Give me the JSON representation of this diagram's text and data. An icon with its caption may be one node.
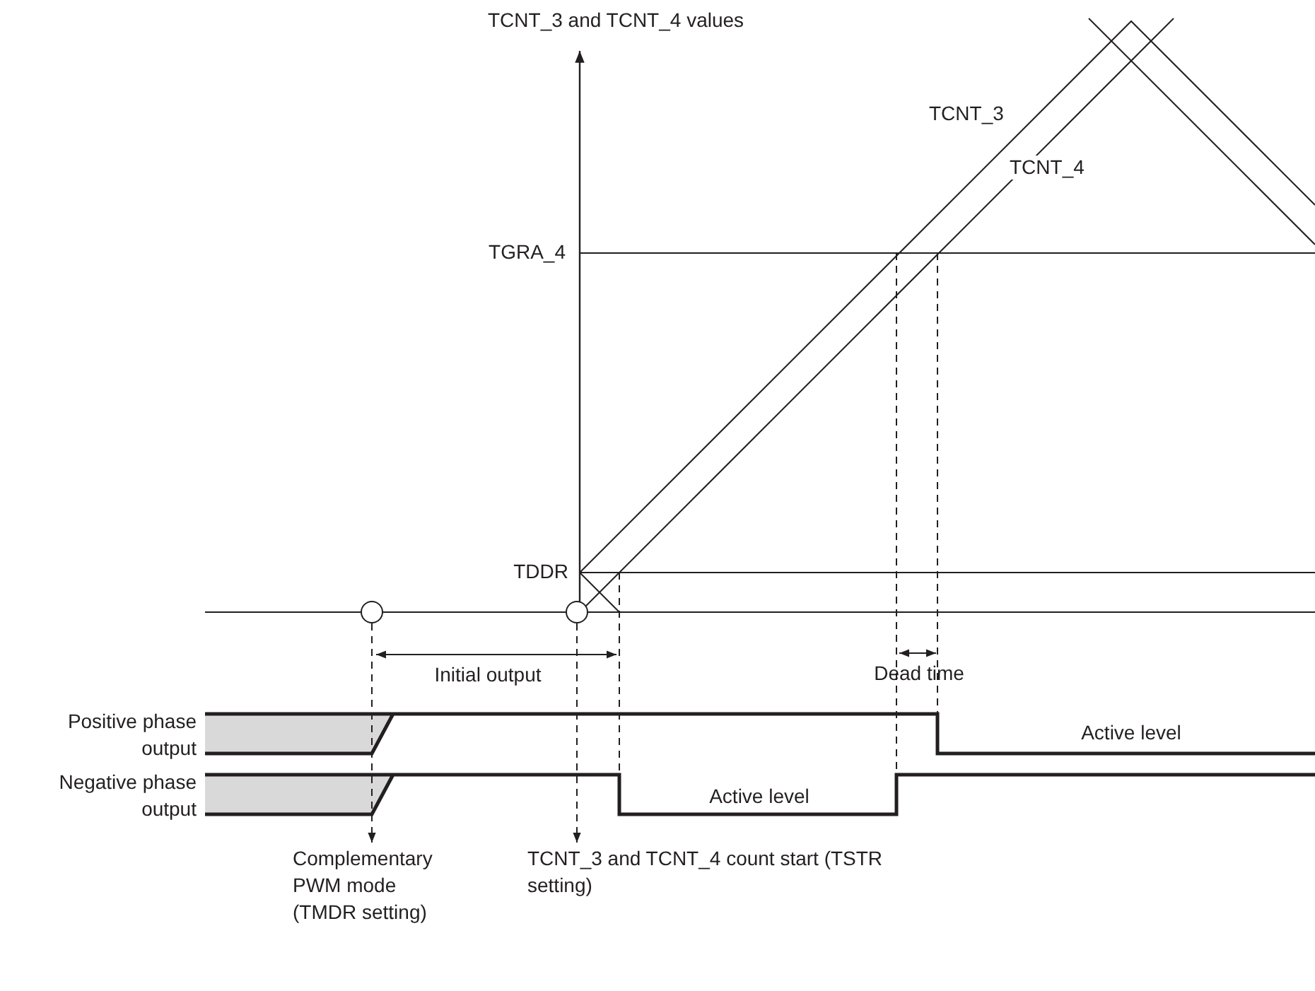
{
  "diagram": {
    "nodes": [
      {
        "text": [],
        "shape": "circle"
      },
      {
        "text": [],
        "shape": "circle"
      },
      {
        "text": [
          "Complementary PWM mode (TMDR setting)"
        ]
      },
      {
        "text": [
          "TCNT_3 and TCNT_4 count start (TSTR setting)"
        ]
      }
    ],
    "edges": [
      {
        "from": 0,
        "to": 2,
        "arrow": "to",
        "style": "dashed"
      },
      {
        "from": 1,
        "to": 3,
        "arrow": "to",
        "style": "dashed"
      }
    ],
    "labels": [
      "TCNT_3 and TCNT_4 values",
      "TCNT_3",
      "TCNT_4",
      "TGRA_4",
      "TDDR",
      "Initial output",
      "Dead time",
      "Positive phase output",
      "Active level",
      "Negative phase output",
      "Active level"
    ]
  }
}
